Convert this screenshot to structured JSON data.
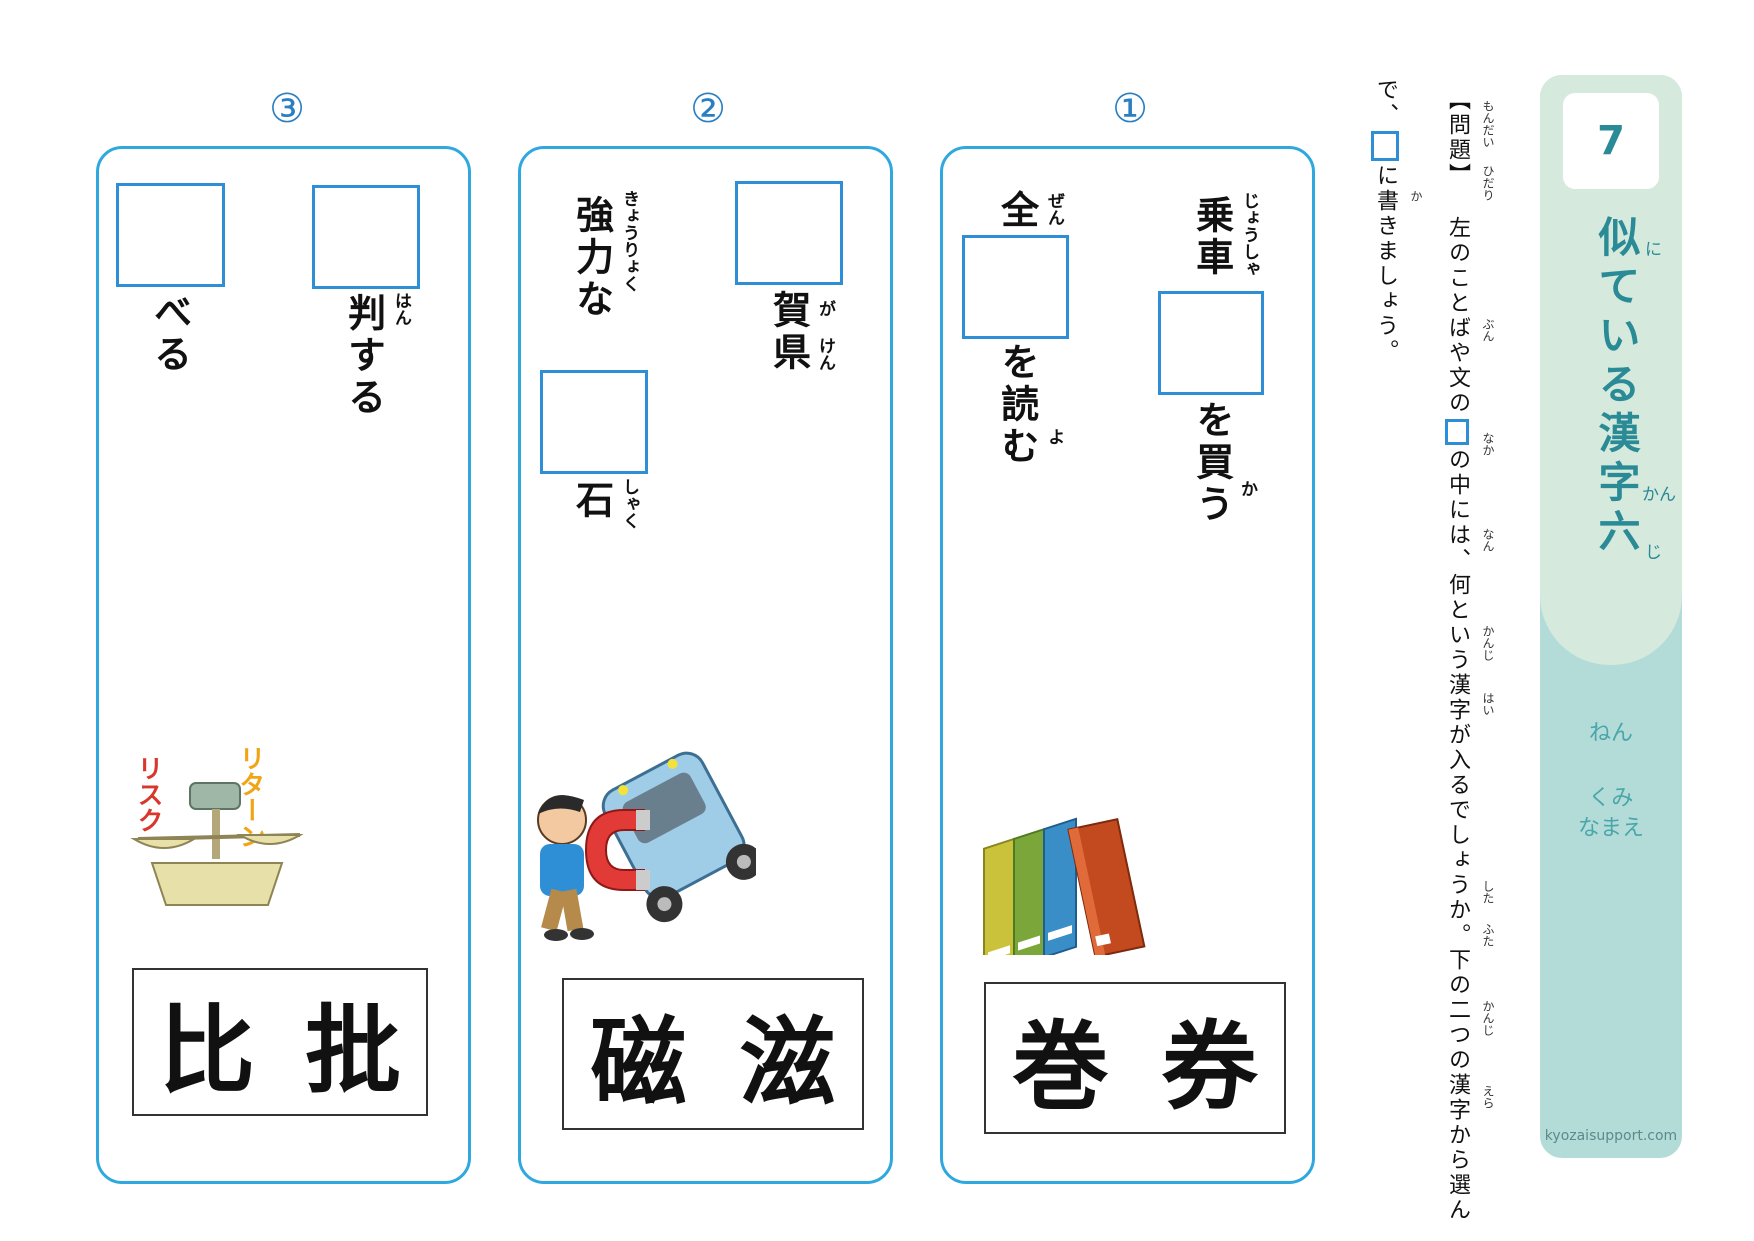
{
  "title_panel": {
    "number": "7",
    "title_chars": [
      "似",
      "て",
      "い",
      "る",
      "漢",
      "字",
      "六"
    ],
    "title_ruby": {
      "似": "に",
      "漢": "かん",
      "字": "じ"
    },
    "year_label": "ねん",
    "class_label": "くみ",
    "name_label": "なまえ",
    "site": "kyozaisupport.com"
  },
  "instructions": {
    "line1": "【問題】 左のことばや文の",
    "line1b": "の中には、何という漢字が入るでしょうか。下の二つの漢字から選ん",
    "line2a": "で、",
    "line2b": "に書きましょう。",
    "ruby": [
      "もんだい",
      "ひだり",
      "ぶん",
      "なか",
      "なん",
      "かんじ",
      "はい",
      "した",
      "ふた",
      "かんじ",
      "えら",
      "か"
    ]
  },
  "questions": [
    {
      "number": "①",
      "lines": [
        {
          "before": "乗車",
          "before_ruby": "じょうしゃ",
          "after": "を買う",
          "after_ruby": "か"
        },
        {
          "before": "全",
          "before_ruby": "ぜん",
          "after": "を読む",
          "after_ruby": "よ"
        }
      ],
      "choices": [
        "巻",
        "券"
      ],
      "illustration": "books-icon"
    },
    {
      "number": "②",
      "lines": [
        {
          "before": "",
          "after": "賀県",
          "after_ruby": "が けん"
        },
        {
          "before": "強力な",
          "before_ruby": "きょうりょく",
          "after": "石",
          "after_ruby": "しゃく"
        }
      ],
      "choices": [
        "磁",
        "滋"
      ],
      "illustration": "magnet-car-icon"
    },
    {
      "number": "③",
      "lines": [
        {
          "before": "",
          "after": "判する",
          "after_ruby": "はん"
        },
        {
          "before": "",
          "after": "べる"
        }
      ],
      "choices": [
        "比",
        "批"
      ],
      "illustration": "balance-scale-icon",
      "illustration_text": {
        "left": "リスク",
        "right": "リターン"
      }
    }
  ],
  "colors": {
    "accent": "#2ea8df",
    "title": "#2a8a96",
    "panel_top": "#d5e9dc",
    "panel_bottom": "#b3dcd8"
  }
}
